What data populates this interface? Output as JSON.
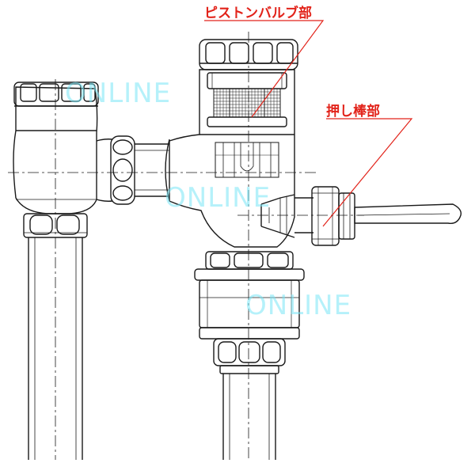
{
  "callouts": {
    "piston_valve": "ピストンバルブ部",
    "push_rod": "押し棒部"
  },
  "watermarks": [
    "ONLINE",
    "ONLINE",
    "ONLINE"
  ],
  "colors": {
    "line": "#1a1a1a",
    "callout": "#e2231a",
    "watermark": "#7fe6f5"
  }
}
